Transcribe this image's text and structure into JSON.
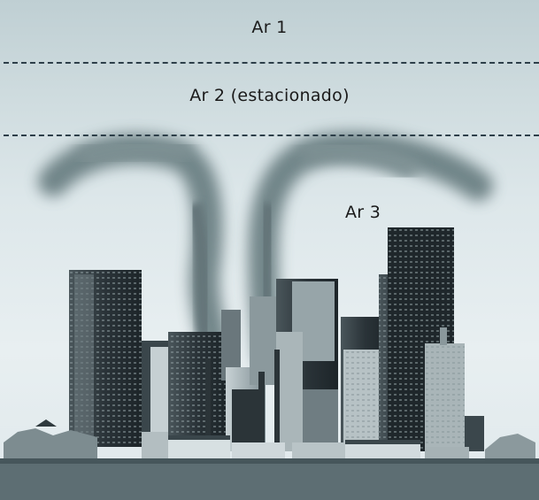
{
  "layers": {
    "ar1": "Ar 1",
    "ar2": "Ar 2 (estacionado)",
    "ar3": "Ar 3"
  },
  "colors": {
    "sky_top": "#bfcfd3",
    "sky_bottom": "#e8eff1",
    "boundary_line": "#2d3f49",
    "smoke": "#5f7478",
    "buildings": "#2b3438",
    "ground": "#5d6e73"
  }
}
